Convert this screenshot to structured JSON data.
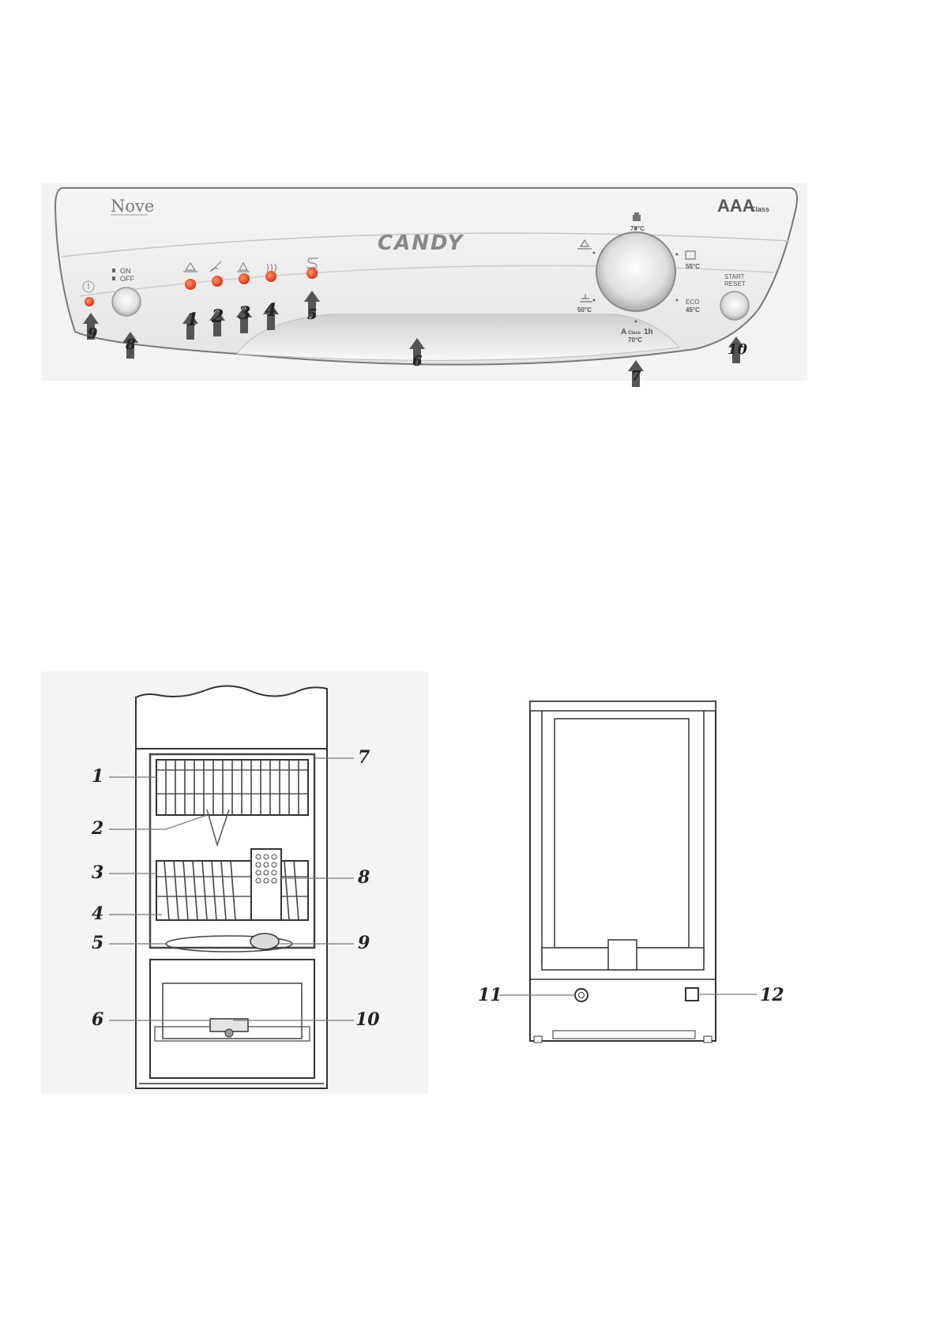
{
  "control_panel": {
    "model_logo": "Nove",
    "brand_logo": "CANDY",
    "energy_class": "AAA",
    "energy_class_suffix": "Class",
    "on_off_on": "ON",
    "on_off_off": "OFF",
    "start_reset_line1": "START",
    "start_reset_line2": "RESET",
    "programs": {
      "top": "70°C",
      "right_upper": "55°C",
      "right_lower": "ECO",
      "right_lower_temp": "45°C",
      "bottom_main": "A",
      "bottom_class": "Class",
      "bottom_time": "1h",
      "bottom_temp": "70°C",
      "left_lower_temp": "50°C"
    },
    "callouts": [
      "9",
      "8",
      "1",
      "2",
      "3",
      "4",
      "5",
      "6",
      "7",
      "10"
    ]
  },
  "front_view": {
    "callouts_left": [
      "1",
      "2",
      "3",
      "4",
      "5",
      "6"
    ],
    "callouts_right": [
      "7",
      "8",
      "9",
      "10"
    ]
  },
  "rear_view": {
    "callouts": [
      "11",
      "12"
    ]
  }
}
